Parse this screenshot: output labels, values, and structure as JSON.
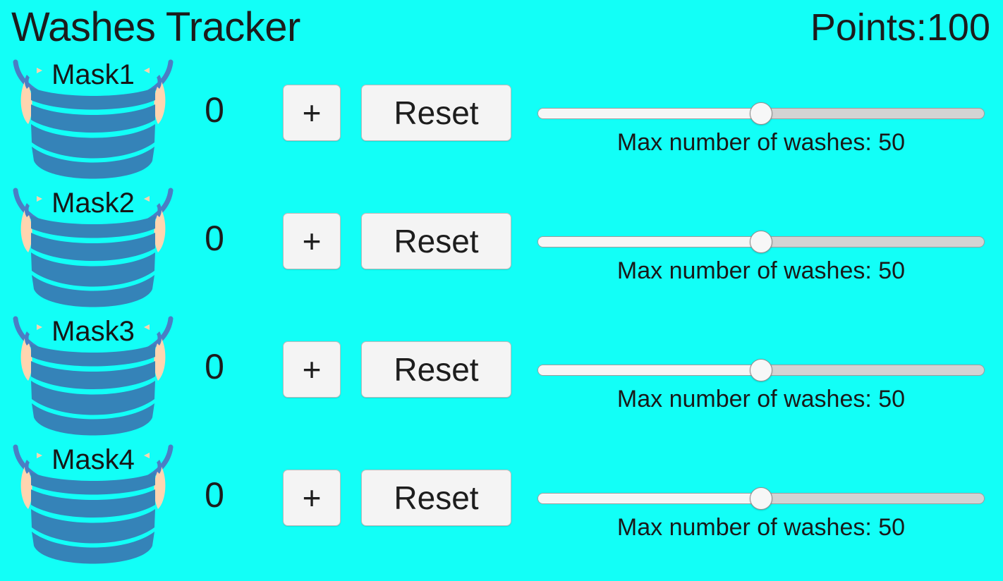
{
  "header": {
    "title": "Washes Tracker",
    "points_label": "Points:100"
  },
  "colors": {
    "background": "#12fff7",
    "text": "#1c1c1c",
    "mask_body": "#3583b8",
    "mask_strap": "#4a7ec4",
    "mask_ear": "#ffd5b0",
    "button_bg": "#f4f4f4",
    "button_border": "#b9b9b9",
    "slider_track": "#d3d3d3",
    "slider_fill": "#f6f6f6",
    "slider_thumb": "#f7f7f7"
  },
  "rows": [
    {
      "label": "Mask1",
      "count": "0",
      "increment_label": "+",
      "reset_label": "Reset",
      "slider_value": 50,
      "slider_min": 0,
      "slider_max": 100,
      "slider_percent": 50,
      "slider_label": "Max number of washes: 50"
    },
    {
      "label": "Mask2",
      "count": "0",
      "increment_label": "+",
      "reset_label": "Reset",
      "slider_value": 50,
      "slider_min": 0,
      "slider_max": 100,
      "slider_percent": 50,
      "slider_label": "Max number of washes: 50"
    },
    {
      "label": "Mask3",
      "count": "0",
      "increment_label": "+",
      "reset_label": "Reset",
      "slider_value": 50,
      "slider_min": 0,
      "slider_max": 100,
      "slider_percent": 50,
      "slider_label": "Max number of washes: 50"
    },
    {
      "label": "Mask4",
      "count": "0",
      "increment_label": "+",
      "reset_label": "Reset",
      "slider_value": 50,
      "slider_min": 0,
      "slider_max": 100,
      "slider_percent": 50,
      "slider_label": "Max number of washes: 50"
    }
  ],
  "icons": {
    "mask": "face-mask-icon"
  }
}
